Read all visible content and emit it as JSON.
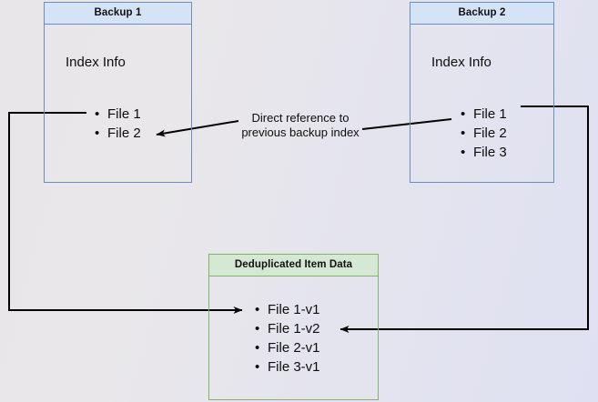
{
  "diagram": {
    "title_hidden": "",
    "colors": {
      "blue_border": "#6c8ebf",
      "blue_header_fill": "#d5e3f7",
      "green_border": "#82b366",
      "green_header_fill": "#d5e8d4",
      "edge_stroke": "#000000",
      "text": "#0d0d0d",
      "background_left": "#e8e6e8",
      "background_right": "#dfe1f2"
    },
    "boxes": [
      {
        "id": "backup-1",
        "header": "Backup 1",
        "section_label": "Index Info",
        "items": [
          "File 1",
          "File 2"
        ]
      },
      {
        "id": "backup-2",
        "header": "Backup 2",
        "section_label": "Index Info",
        "items": [
          "File 1",
          "File 2",
          "File 3"
        ]
      },
      {
        "id": "deduplicated-item-data",
        "header": "Deduplicated Item Data",
        "section_label": "",
        "items": [
          "File 1-v1",
          "File 1-v2",
          "File 2-v1",
          "File 3-v1"
        ]
      }
    ],
    "annotations": [
      {
        "id": "direct-reference-label",
        "text": "Direct reference to\nprevious backup index"
      }
    ]
  }
}
